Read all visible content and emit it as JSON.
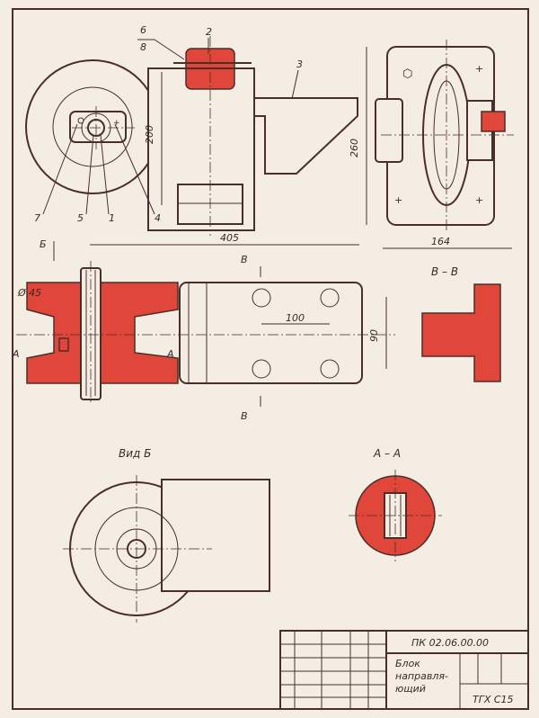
{
  "colors": {
    "paper": "#f3ede4",
    "line": "#4a2e28",
    "hatch": "#e0463a"
  },
  "callouts": [
    "1",
    "2",
    "3",
    "4",
    "5",
    "6",
    "7",
    "8"
  ],
  "dimensions": {
    "height_200": "200",
    "height_260": "260",
    "width_164": "164",
    "length_405": "405",
    "dia_45": "Ø 45",
    "spacing_100": "100",
    "width_90": "90"
  },
  "section_marks": {
    "b": "Б",
    "v": "В",
    "a": "А"
  },
  "view_labels": {
    "section_vv": "В – В",
    "view_b": "Вид Б",
    "section_aa": "А – А"
  },
  "title_block": {
    "designation": "ПК 02.06.00.00",
    "name_line1": "Блок",
    "name_line2": "направля-",
    "name_line3": "ющий",
    "org": "ТГХ С15"
  }
}
